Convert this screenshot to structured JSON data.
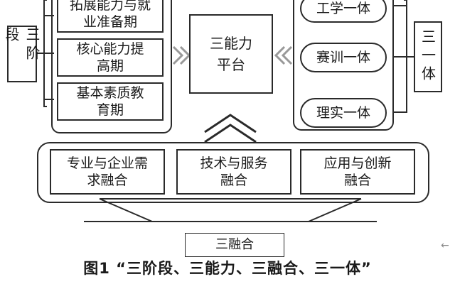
{
  "left_label": "三阶段",
  "right_label": "三一体",
  "stages": [
    "拓展能力与就业准备期",
    "核心能力提高期",
    "基本素质教育期"
  ],
  "center": "三能力平台",
  "integrations": [
    "工学一体",
    "赛训一体",
    "理实一体"
  ],
  "fusions": [
    "专业与企业需求融合",
    "技术与服务融合",
    "应用与创新融合"
  ],
  "bottom_label": "三融合",
  "caption": "图1 “三阶段、三能力、三融合、三一体”",
  "corner_glyph": "←"
}
